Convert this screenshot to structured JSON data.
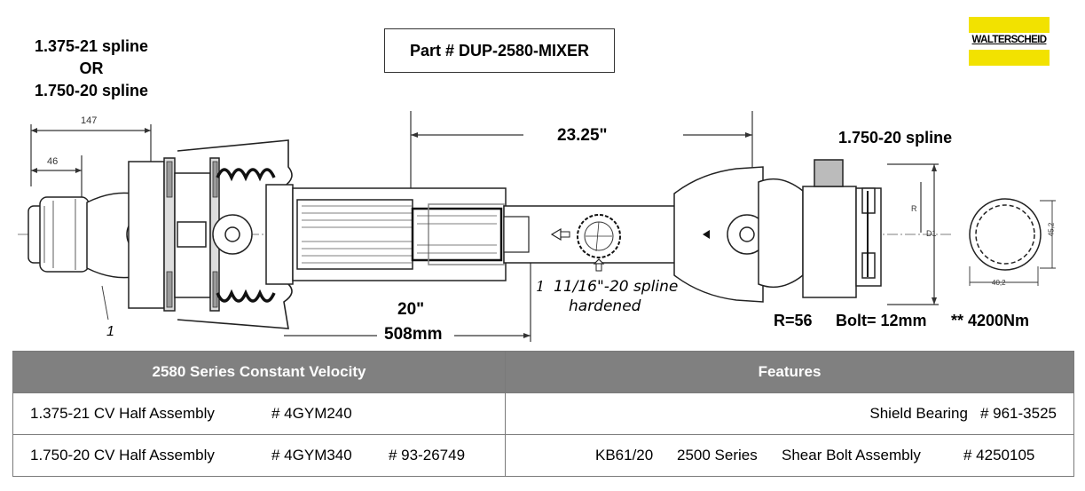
{
  "spline_top_line1": "1.375-21 spline",
  "spline_top_or": "OR",
  "spline_top_line2": "1.750-20 spline",
  "part_number": "Part # DUP-2580-MIXER",
  "logo_text": "WALTERSCHEID",
  "dimensions": {
    "d147": "147",
    "d46": "46",
    "overall": "23.25\"",
    "spline_right": "1.750-20 spline",
    "tube_in": "20\"",
    "tube_mm": "508mm",
    "label_1_left": "1",
    "label_1_mid": "1",
    "spline_mid": "11/16\"-20 spline",
    "hardened": "hardened",
    "r_label": "R",
    "d1_label": "D1",
    "spline_40": "40,2",
    "spline_45": "45,2",
    "r56": "R=56",
    "bolt": "Bolt= 12mm",
    "torque": "** 4200Nm"
  },
  "table": {
    "left_header": "2580 Series Constant Velocity",
    "right_header": "Features",
    "row1": {
      "desc": "1.375-21 CV Half Assembly",
      "part": "# 4GYM240",
      "extra": "",
      "feature": "Shield Bearing",
      "feature_part": "# 961-3525"
    },
    "row2": {
      "desc": "1.750-20 CV Half Assembly",
      "part": "# 4GYM340",
      "extra": "# 93-26749",
      "feature_a": "KB61/20",
      "feature_b": "2500 Series",
      "feature_c": "Shear Bolt Assembly",
      "feature_part": "# 4250105"
    }
  },
  "colors": {
    "header_bg": "#808080",
    "logo_yellow": "#f2e200",
    "line": "#333333"
  }
}
